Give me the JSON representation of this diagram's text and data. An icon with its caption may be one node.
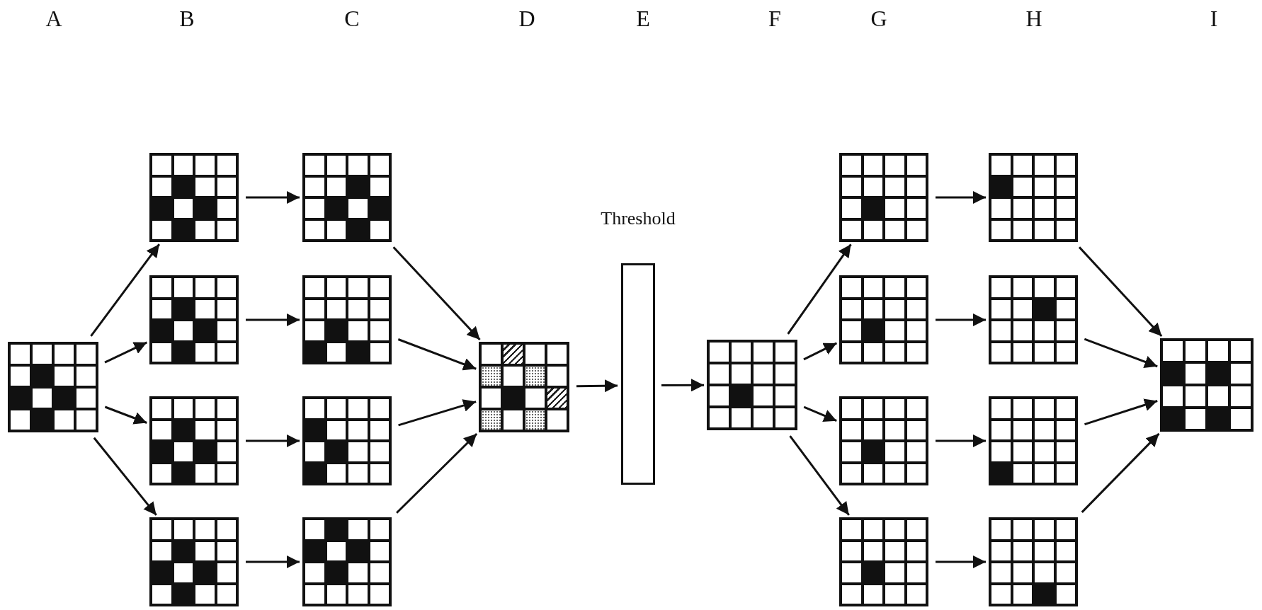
{
  "diagram": {
    "nodes": [
      {
        "text": [],
        "shape": "grid"
      },
      {
        "text": [],
        "shape": "grid"
      },
      {
        "text": [],
        "shape": "grid"
      },
      {
        "text": [],
        "shape": "grid"
      },
      {
        "text": [],
        "shape": "grid"
      },
      {
        "text": [],
        "shape": "grid"
      },
      {
        "text": [],
        "shape": "grid"
      },
      {
        "text": [],
        "shape": "grid"
      },
      {
        "text": [],
        "shape": "grid"
      },
      {
        "text": [],
        "shape": "grid"
      },
      {
        "text": [
          "Threshold"
        ]
      },
      {
        "text": [],
        "shape": "grid"
      },
      {
        "text": [],
        "shape": "grid"
      },
      {
        "text": [],
        "shape": "grid"
      },
      {
        "text": [],
        "shape": "grid"
      },
      {
        "text": [],
        "shape": "grid"
      },
      {
        "text": [],
        "shape": "grid"
      },
      {
        "text": [],
        "shape": "grid"
      },
      {
        "text": [],
        "shape": "grid"
      },
      {
        "text": [],
        "shape": "grid"
      },
      {
        "text": [],
        "shape": "grid"
      }
    ],
    "edges": [
      {
        "from": 0,
        "to": 1,
        "arrow": "to"
      },
      {
        "from": 0,
        "to": 2,
        "arrow": "to"
      },
      {
        "from": 0,
        "to": 3,
        "arrow": "to"
      },
      {
        "from": 0,
        "to": 4,
        "arrow": "to"
      },
      {
        "from": 1,
        "to": 5,
        "arrow": "to"
      },
      {
        "from": 2,
        "to": 6,
        "arrow": "to"
      },
      {
        "from": 3,
        "to": 7,
        "arrow": "to"
      },
      {
        "from": 4,
        "to": 8,
        "arrow": "to"
      },
      {
        "from": 5,
        "to": 9,
        "arrow": "to"
      },
      {
        "from": 6,
        "to": 9,
        "arrow": "to"
      },
      {
        "from": 7,
        "to": 9,
        "arrow": "to"
      },
      {
        "from": 8,
        "to": 9,
        "arrow": "to"
      },
      {
        "from": 9,
        "to": 10,
        "arrow": "to"
      },
      {
        "from": 10,
        "to": 11,
        "arrow": "to"
      },
      {
        "from": 11,
        "to": 12,
        "arrow": "to"
      },
      {
        "from": 11,
        "to": 13,
        "arrow": "to"
      },
      {
        "from": 11,
        "to": 14,
        "arrow": "to"
      },
      {
        "from": 11,
        "to": 15,
        "arrow": "to"
      },
      {
        "from": 12,
        "to": 16,
        "arrow": "to"
      },
      {
        "from": 13,
        "to": 17,
        "arrow": "to"
      },
      {
        "from": 14,
        "to": 18,
        "arrow": "to"
      },
      {
        "from": 15,
        "to": 19,
        "arrow": "to"
      },
      {
        "from": 16,
        "to": 20,
        "arrow": "to"
      },
      {
        "from": 17,
        "to": 20,
        "arrow": "to"
      },
      {
        "from": 18,
        "to": 20,
        "arrow": "to"
      },
      {
        "from": 19,
        "to": 20,
        "arrow": "to"
      }
    ],
    "labels": [
      "A",
      "B",
      "C",
      "D",
      "E",
      "F",
      "G",
      "H",
      "I"
    ]
  }
}
